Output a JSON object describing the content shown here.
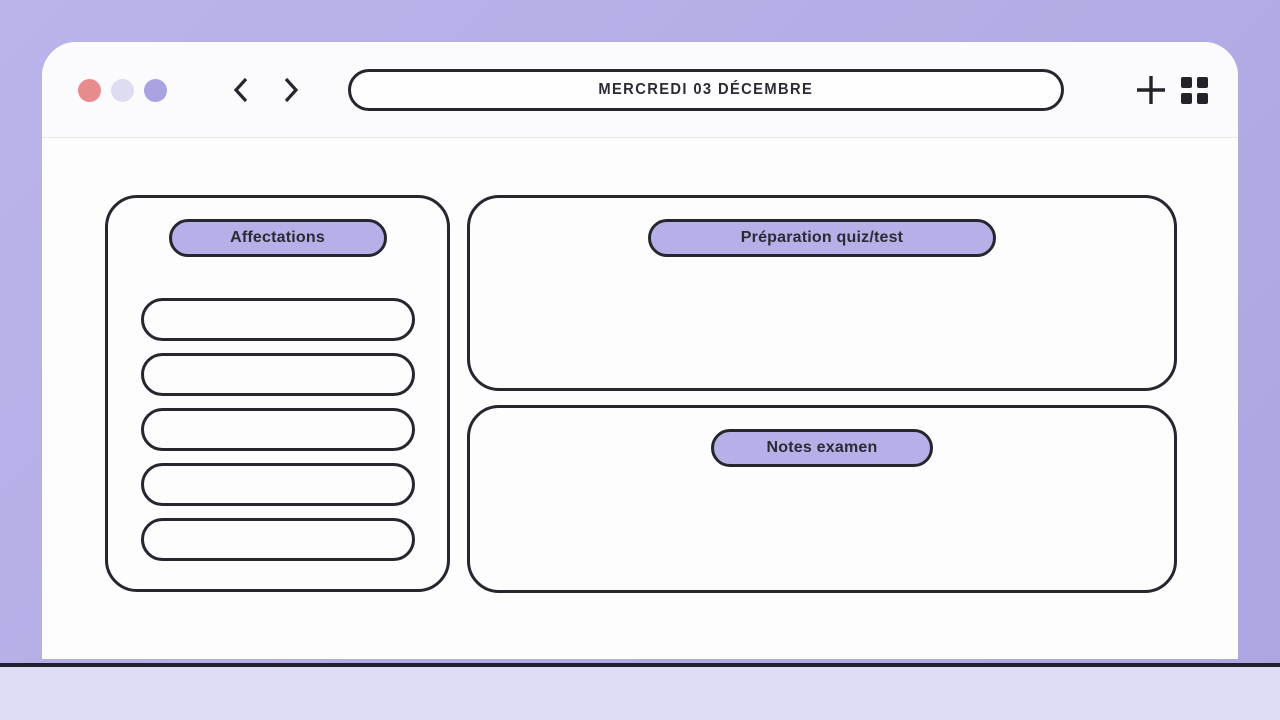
{
  "window": {
    "traffic_lights": {
      "close_color": "#e88b8d",
      "minimize_color": "#dddcf1",
      "maximize_color": "#a9a3e2"
    },
    "title_bar": {
      "title": "MERCREDI 03 DÉCEMBRE"
    },
    "icons": {
      "back": "chevron-left",
      "forward": "chevron-right",
      "new_tab": "plus",
      "apps": "grid-2x2"
    }
  },
  "panels": {
    "assignments": {
      "label": "Affectations",
      "slots": [
        "",
        "",
        "",
        "",
        ""
      ]
    },
    "quiz_prep": {
      "label": "Préparation quiz/test"
    },
    "exam_notes": {
      "label": "Notes examen"
    }
  },
  "colors": {
    "page_background": "#b2ace4",
    "footer_strip": "#dfddf6",
    "divider_dark": "#1f1f2d",
    "outline_dark": "#26262f",
    "pill_fill": "#b6b0e8",
    "window_background": "#fdfdfe"
  }
}
